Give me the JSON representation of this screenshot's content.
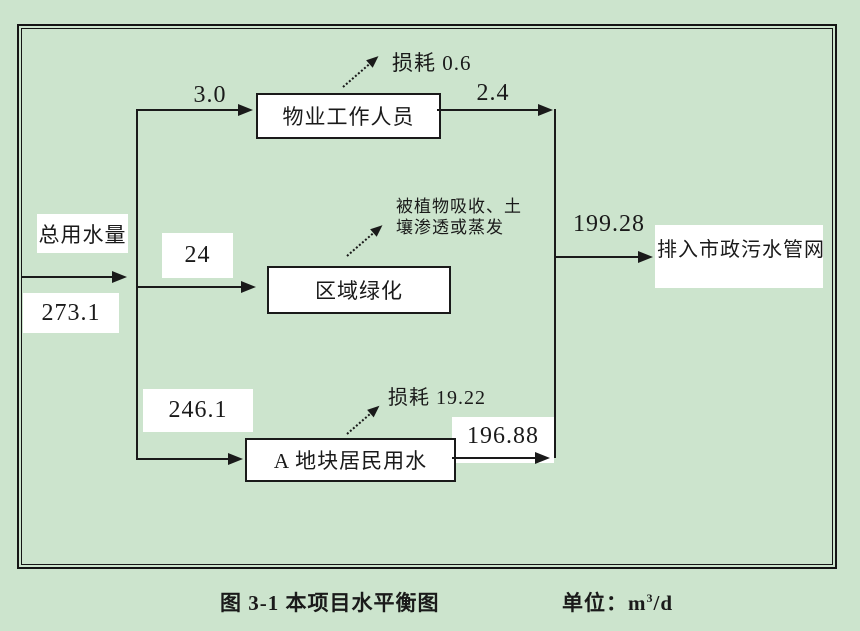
{
  "colors": {
    "background": "#cce4cd",
    "line": "#1a1a1a",
    "box_fill": "#ffffff"
  },
  "diagram": {
    "source": {
      "label": "总用水量",
      "value": "273.1"
    },
    "branches": [
      {
        "inflow": "3.0",
        "label": "物业工作人员",
        "loss": "损耗 0.6",
        "outflow": "2.4"
      },
      {
        "inflow": "24",
        "label": "区域绿化",
        "loss": "被植物吸收、土壤渗透或蒸发"
      },
      {
        "inflow": "246.1",
        "label": "A 地块居民用水",
        "loss": "损耗 19.22",
        "outflow": "196.88"
      }
    ],
    "outfall": {
      "flow": "199.28",
      "label": "排入市政污水管网"
    }
  },
  "caption": {
    "title": "图 3-1 本项目水平衡图",
    "unit_prefix": "单位：m",
    "unit_sup": "3",
    "unit_suffix": "/d"
  }
}
